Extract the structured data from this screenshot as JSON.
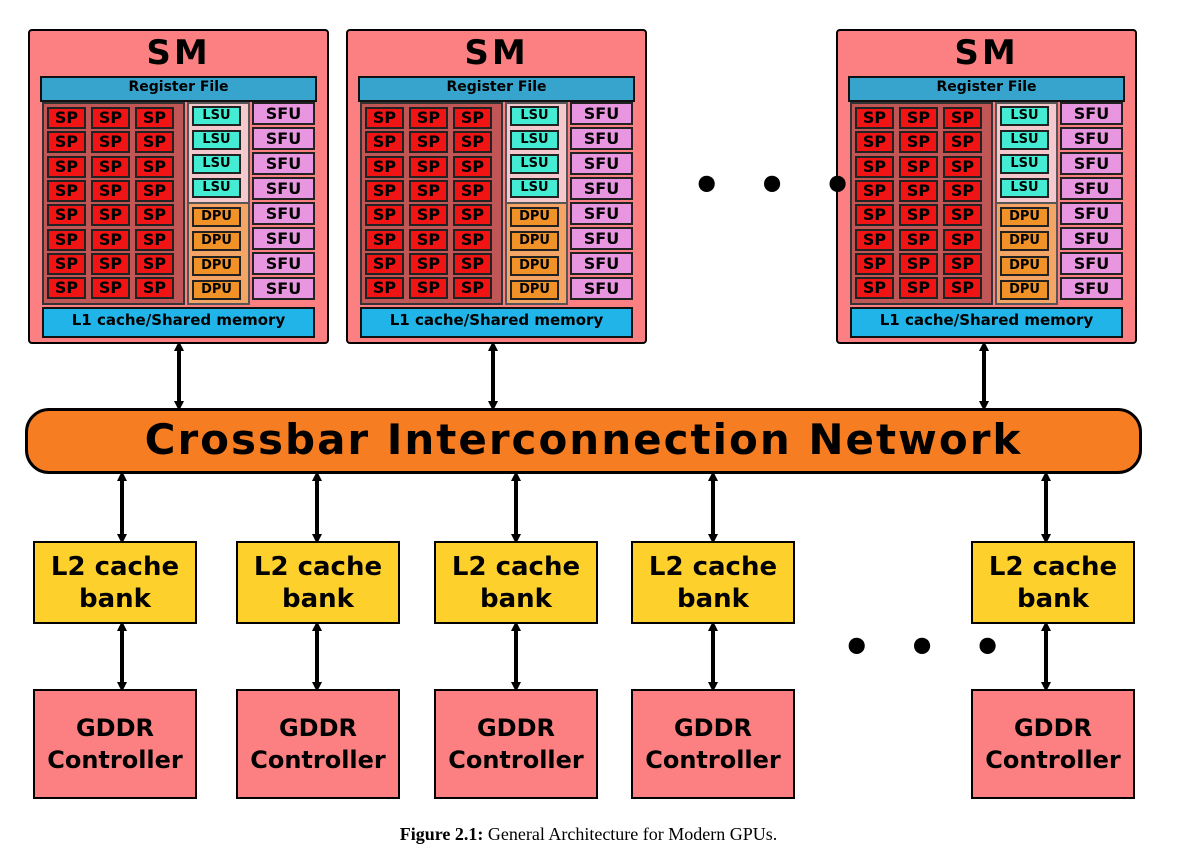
{
  "sm": {
    "title": "SM",
    "register_file": "Register File",
    "sp_label": "SP",
    "lsu_label": "LSU",
    "dpu_label": "DPU",
    "sfu_label": "SFU",
    "l1_label": "L1 cache/Shared memory"
  },
  "ellipsis": "• • •",
  "crossbar": "Crossbar Interconnection Network",
  "l2": {
    "line1": "L2 cache",
    "line2": "bank"
  },
  "gddr": {
    "line1": "GDDR",
    "line2": "Controller"
  },
  "caption": {
    "label": "Figure 2.1:",
    "text": " General Architecture for Modern GPUs."
  },
  "colors": {
    "sm": "#fc8081",
    "register_file": "#36a4cc",
    "sp": "#f01414",
    "lsu": "#44ecd4",
    "dpu": "#f09228",
    "sfu": "#e896e0",
    "l1": "#20b4e8",
    "crossbar": "#f77d22",
    "l2": "#fed02c",
    "gddr": "#fc8081"
  }
}
